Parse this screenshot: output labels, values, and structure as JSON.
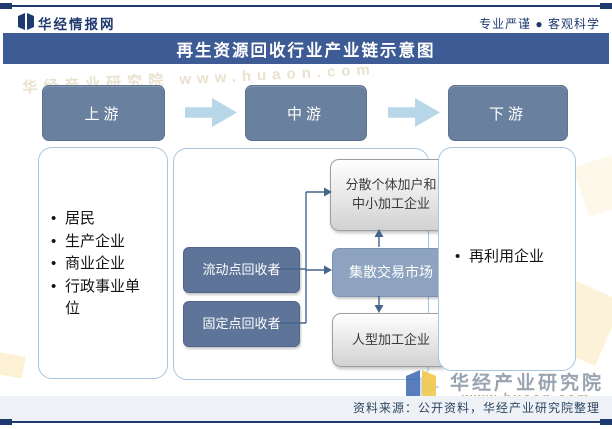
{
  "header": {
    "brand": "华经情报网",
    "slogan": "专业严谨 ● 客观科学"
  },
  "title": "再生资源回收行业产业链示意图",
  "stages": [
    {
      "label": "上游"
    },
    {
      "label": "中游"
    },
    {
      "label": "下游"
    }
  ],
  "upstream": {
    "items": [
      "居民",
      "生产企业",
      "商业企业",
      "行政事业单位"
    ]
  },
  "midstream": {
    "collectors": [
      "流动点回收者",
      "固定点回收者"
    ],
    "processor": "分散个体加户和中小加工企业",
    "market": "集散交易市场",
    "large_processor": "人型加工企业"
  },
  "downstream": {
    "items": [
      "再利用企业"
    ]
  },
  "watermark": {
    "name": "华经产业研究院",
    "site": "www.huaon.com",
    "faint": "华经产业研究院  www.huaon.com"
  },
  "footer": {
    "source": "资料来源：公开资料，华经产业研究院整理"
  },
  "colors": {
    "accent_line": "#1e3a6e",
    "title_bar": "#3d5b94",
    "stage_box": "#69809f",
    "collector_box": "#5e7499",
    "market_box": "#8da3c0",
    "flow_arrow": "#b7d7e9",
    "panel_border": "#a9c6de",
    "connector": "#46648c"
  }
}
